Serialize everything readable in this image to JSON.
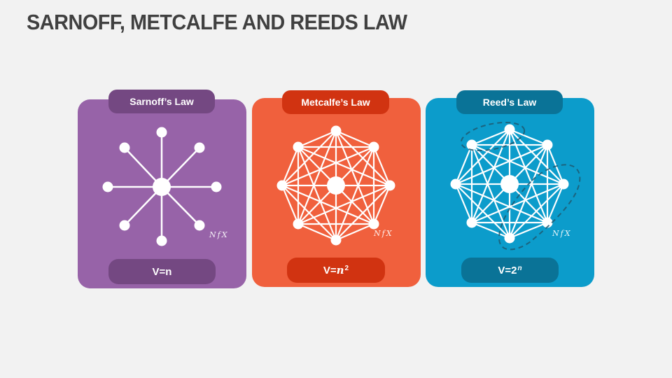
{
  "slide": {
    "title": "SARNOFF, METCALFE AND REEDS LAW"
  },
  "cards": [
    {
      "name": "Sarnoff's Law",
      "label": "Sarnoff’s Law",
      "formula_base": "V=n",
      "formula_sup": "",
      "watermark": "NfX",
      "diagram": "star-network",
      "colors": {
        "card": "#9763a8",
        "pill": "#744882"
      }
    },
    {
      "name": "Metcalfe's Law",
      "label": "Metcalfe’s Law",
      "formula_base": "V=",
      "formula_var": "n",
      "formula_sup": "2",
      "watermark": "NfX",
      "diagram": "complete-mesh-network",
      "colors": {
        "card": "#f0603d",
        "pill": "#d13311"
      }
    },
    {
      "name": "Reed's Law",
      "label": "Reed’s Law",
      "formula_base": "V=2",
      "formula_sup": "n",
      "watermark": "NfX",
      "diagram": "group-forming-network",
      "colors": {
        "card": "#0c9ccb",
        "pill": "#0a7397"
      }
    }
  ]
}
